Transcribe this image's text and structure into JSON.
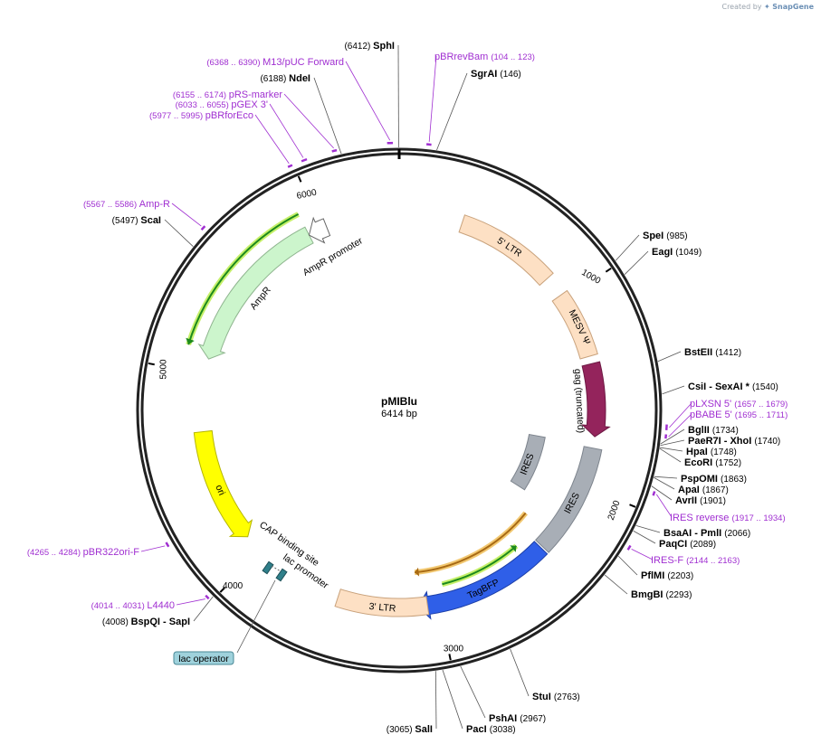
{
  "credit": {
    "prefix": "Created by",
    "brand": "SnapGene"
  },
  "plasmid": {
    "name": "pMIBlu",
    "length_label": "6414 bp",
    "length": 6414
  },
  "ticks": [
    "1000",
    "2000",
    "3000",
    "4000",
    "5000",
    "6000"
  ],
  "tick_values": [
    1000,
    2000,
    3000,
    4000,
    5000,
    6000
  ],
  "sites": [
    {
      "id": "sphi",
      "pos": 6412,
      "pos_text": "(6412)",
      "names": [
        "SphI"
      ]
    },
    {
      "id": "sgrai",
      "pos": 146,
      "pos_text": "(146)",
      "names": [
        "SgrAI"
      ]
    },
    {
      "id": "spei",
      "pos": 985,
      "pos_text": "(985)",
      "names": [
        "SpeI"
      ]
    },
    {
      "id": "eagi",
      "pos": 1049,
      "pos_text": "(1049)",
      "names": [
        "EagI"
      ]
    },
    {
      "id": "bsteii",
      "pos": 1412,
      "pos_text": "(1412)",
      "names": [
        "BstEII"
      ]
    },
    {
      "id": "csii",
      "pos": 1540,
      "pos_text": "(1540)",
      "names": [
        "CsiI",
        "- SexAI",
        "*"
      ]
    },
    {
      "id": "bglii",
      "pos": 1734,
      "pos_text": "(1734)",
      "names": [
        "BglII"
      ]
    },
    {
      "id": "paer7i",
      "pos": 1740,
      "pos_text": "(1740)",
      "names": [
        "PaeR7I",
        "- XhoI"
      ]
    },
    {
      "id": "hpai",
      "pos": 1748,
      "pos_text": "(1748)",
      "names": [
        "HpaI"
      ]
    },
    {
      "id": "ecori",
      "pos": 1752,
      "pos_text": "(1752)",
      "names": [
        "EcoRI"
      ]
    },
    {
      "id": "pspomi",
      "pos": 1863,
      "pos_text": "(1863)",
      "names": [
        "PspOMI"
      ]
    },
    {
      "id": "apai",
      "pos": 1867,
      "pos_text": "(1867)",
      "names": [
        "ApaI"
      ]
    },
    {
      "id": "avrii",
      "pos": 1901,
      "pos_text": "(1901)",
      "names": [
        "AvrII"
      ]
    },
    {
      "id": "bsaai",
      "pos": 2066,
      "pos_text": "(2066)",
      "names": [
        "BsaAI",
        "- PmlI"
      ]
    },
    {
      "id": "paqci",
      "pos": 2089,
      "pos_text": "(2089)",
      "names": [
        "PaqCI"
      ]
    },
    {
      "id": "pflmi",
      "pos": 2203,
      "pos_text": "(2203)",
      "names": [
        "PflMI"
      ]
    },
    {
      "id": "bmgbi",
      "pos": 2293,
      "pos_text": "(2293)",
      "names": [
        "BmgBI"
      ]
    },
    {
      "id": "stui",
      "pos": 2763,
      "pos_text": "(2763)",
      "names": [
        "StuI"
      ]
    },
    {
      "id": "pshai",
      "pos": 2967,
      "pos_text": "(2967)",
      "names": [
        "PshAI"
      ]
    },
    {
      "id": "paci",
      "pos": 3038,
      "pos_text": "(3038)",
      "names": [
        "PacI"
      ]
    },
    {
      "id": "sali",
      "pos": 3065,
      "pos_text": "(3065)",
      "names": [
        "SalI"
      ]
    },
    {
      "id": "bspqi",
      "pos": 4008,
      "pos_text": "(4008)",
      "names": [
        "BspQI",
        "- SapI"
      ]
    },
    {
      "id": "scai",
      "pos": 5497,
      "pos_text": "(5497)",
      "names": [
        "ScaI"
      ]
    },
    {
      "id": "ndei",
      "pos": 6188,
      "pos_text": "(6188)",
      "names": [
        "NdeI"
      ]
    }
  ],
  "primers": [
    {
      "id": "pbrrevbam",
      "start": 104,
      "end": 123,
      "name": "pBRrevBam",
      "range": "(104 .. 123)"
    },
    {
      "id": "plxsn5",
      "start": 1657,
      "end": 1679,
      "name": "pLXSN 5'",
      "range": "(1657 .. 1679)"
    },
    {
      "id": "pbabe5",
      "start": 1695,
      "end": 1711,
      "name": "pBABE 5'",
      "range": "(1695 .. 1711)"
    },
    {
      "id": "iresreverse",
      "start": 1917,
      "end": 1934,
      "name": "IRES reverse",
      "range": "(1917 .. 1934)"
    },
    {
      "id": "iresf",
      "start": 2144,
      "end": 2163,
      "name": "IRES-F",
      "range": "(2144 .. 2163)"
    },
    {
      "id": "l4440",
      "start": 4014,
      "end": 4031,
      "name": "L4440",
      "range": "(4014 .. 4031)"
    },
    {
      "id": "pbr322ori",
      "start": 4265,
      "end": 4284,
      "name": "pBR322ori-F",
      "range": "(4265 .. 4284)"
    },
    {
      "id": "ampr-primer",
      "start": 5567,
      "end": 5586,
      "name": "Amp-R",
      "range": "(5567 .. 5586)"
    },
    {
      "id": "pbrforeco",
      "start": 5977,
      "end": 5995,
      "name": "pBRforEco",
      "range": "(5977 .. 5995)"
    },
    {
      "id": "pgex3",
      "start": 6033,
      "end": 6055,
      "name": "pGEX 3'",
      "range": "(6033 .. 6055)"
    },
    {
      "id": "prsmarker",
      "start": 6155,
      "end": 6174,
      "name": "pRS-marker",
      "range": "(6155 .. 6174)"
    },
    {
      "id": "m13puc",
      "start": 6368,
      "end": 6390,
      "name": "M13/pUC Forward",
      "range": "(6368 .. 6390)"
    }
  ],
  "features": [
    {
      "id": "ltr5",
      "label": "5' LTR",
      "fill": "#fde0c4",
      "stroke": "#c9a27c"
    },
    {
      "id": "mesv",
      "label": "MESV Ψ",
      "fill": "#fde0c4",
      "stroke": "#c9a27c"
    },
    {
      "id": "gag",
      "label": "gag (truncated)",
      "fill": "#94245c",
      "stroke": "#6e1a44"
    },
    {
      "id": "ires-inner",
      "label": "IRES",
      "fill": "#a8aeb6",
      "stroke": "#7d848d"
    },
    {
      "id": "ires-outer",
      "label": "IRES",
      "fill": "#a8aeb6",
      "stroke": "#7d848d"
    },
    {
      "id": "tagbfp",
      "label": "TagBFP",
      "fill": "#2f5fe8",
      "stroke": "#1d3fa8"
    },
    {
      "id": "ltr3",
      "label": "3' LTR",
      "fill": "#fde0c4",
      "stroke": "#c9a27c"
    },
    {
      "id": "ori",
      "label": "ori",
      "fill": "#ffff00",
      "stroke": "#b5b500"
    },
    {
      "id": "ampr",
      "label": "AmpR",
      "fill": "#ccf5cc",
      "stroke": "#8fb58f"
    },
    {
      "id": "ampr-promoter",
      "label": "AmpR promoter",
      "fill": "#ffffff",
      "stroke": "#666666"
    },
    {
      "id": "cap",
      "label": "CAP binding site",
      "fill": "#2f7f8a",
      "stroke": "#1e5058"
    },
    {
      "id": "lac-promoter",
      "label": "lac promoter",
      "fill": "#ffffff",
      "stroke": "#666666"
    },
    {
      "id": "lac-operator",
      "label": "lac operator",
      "fill": "#9fd2dc",
      "stroke": "#4a8896"
    }
  ],
  "orf_colors": {
    "green": "#1d8a1d",
    "green_halo": "#c6f06a",
    "orange": "#a86a14",
    "orange_halo": "#f2c871"
  },
  "colors": {
    "primer": "#a02fd1",
    "backbone": "#222222",
    "leader": "#555555"
  }
}
